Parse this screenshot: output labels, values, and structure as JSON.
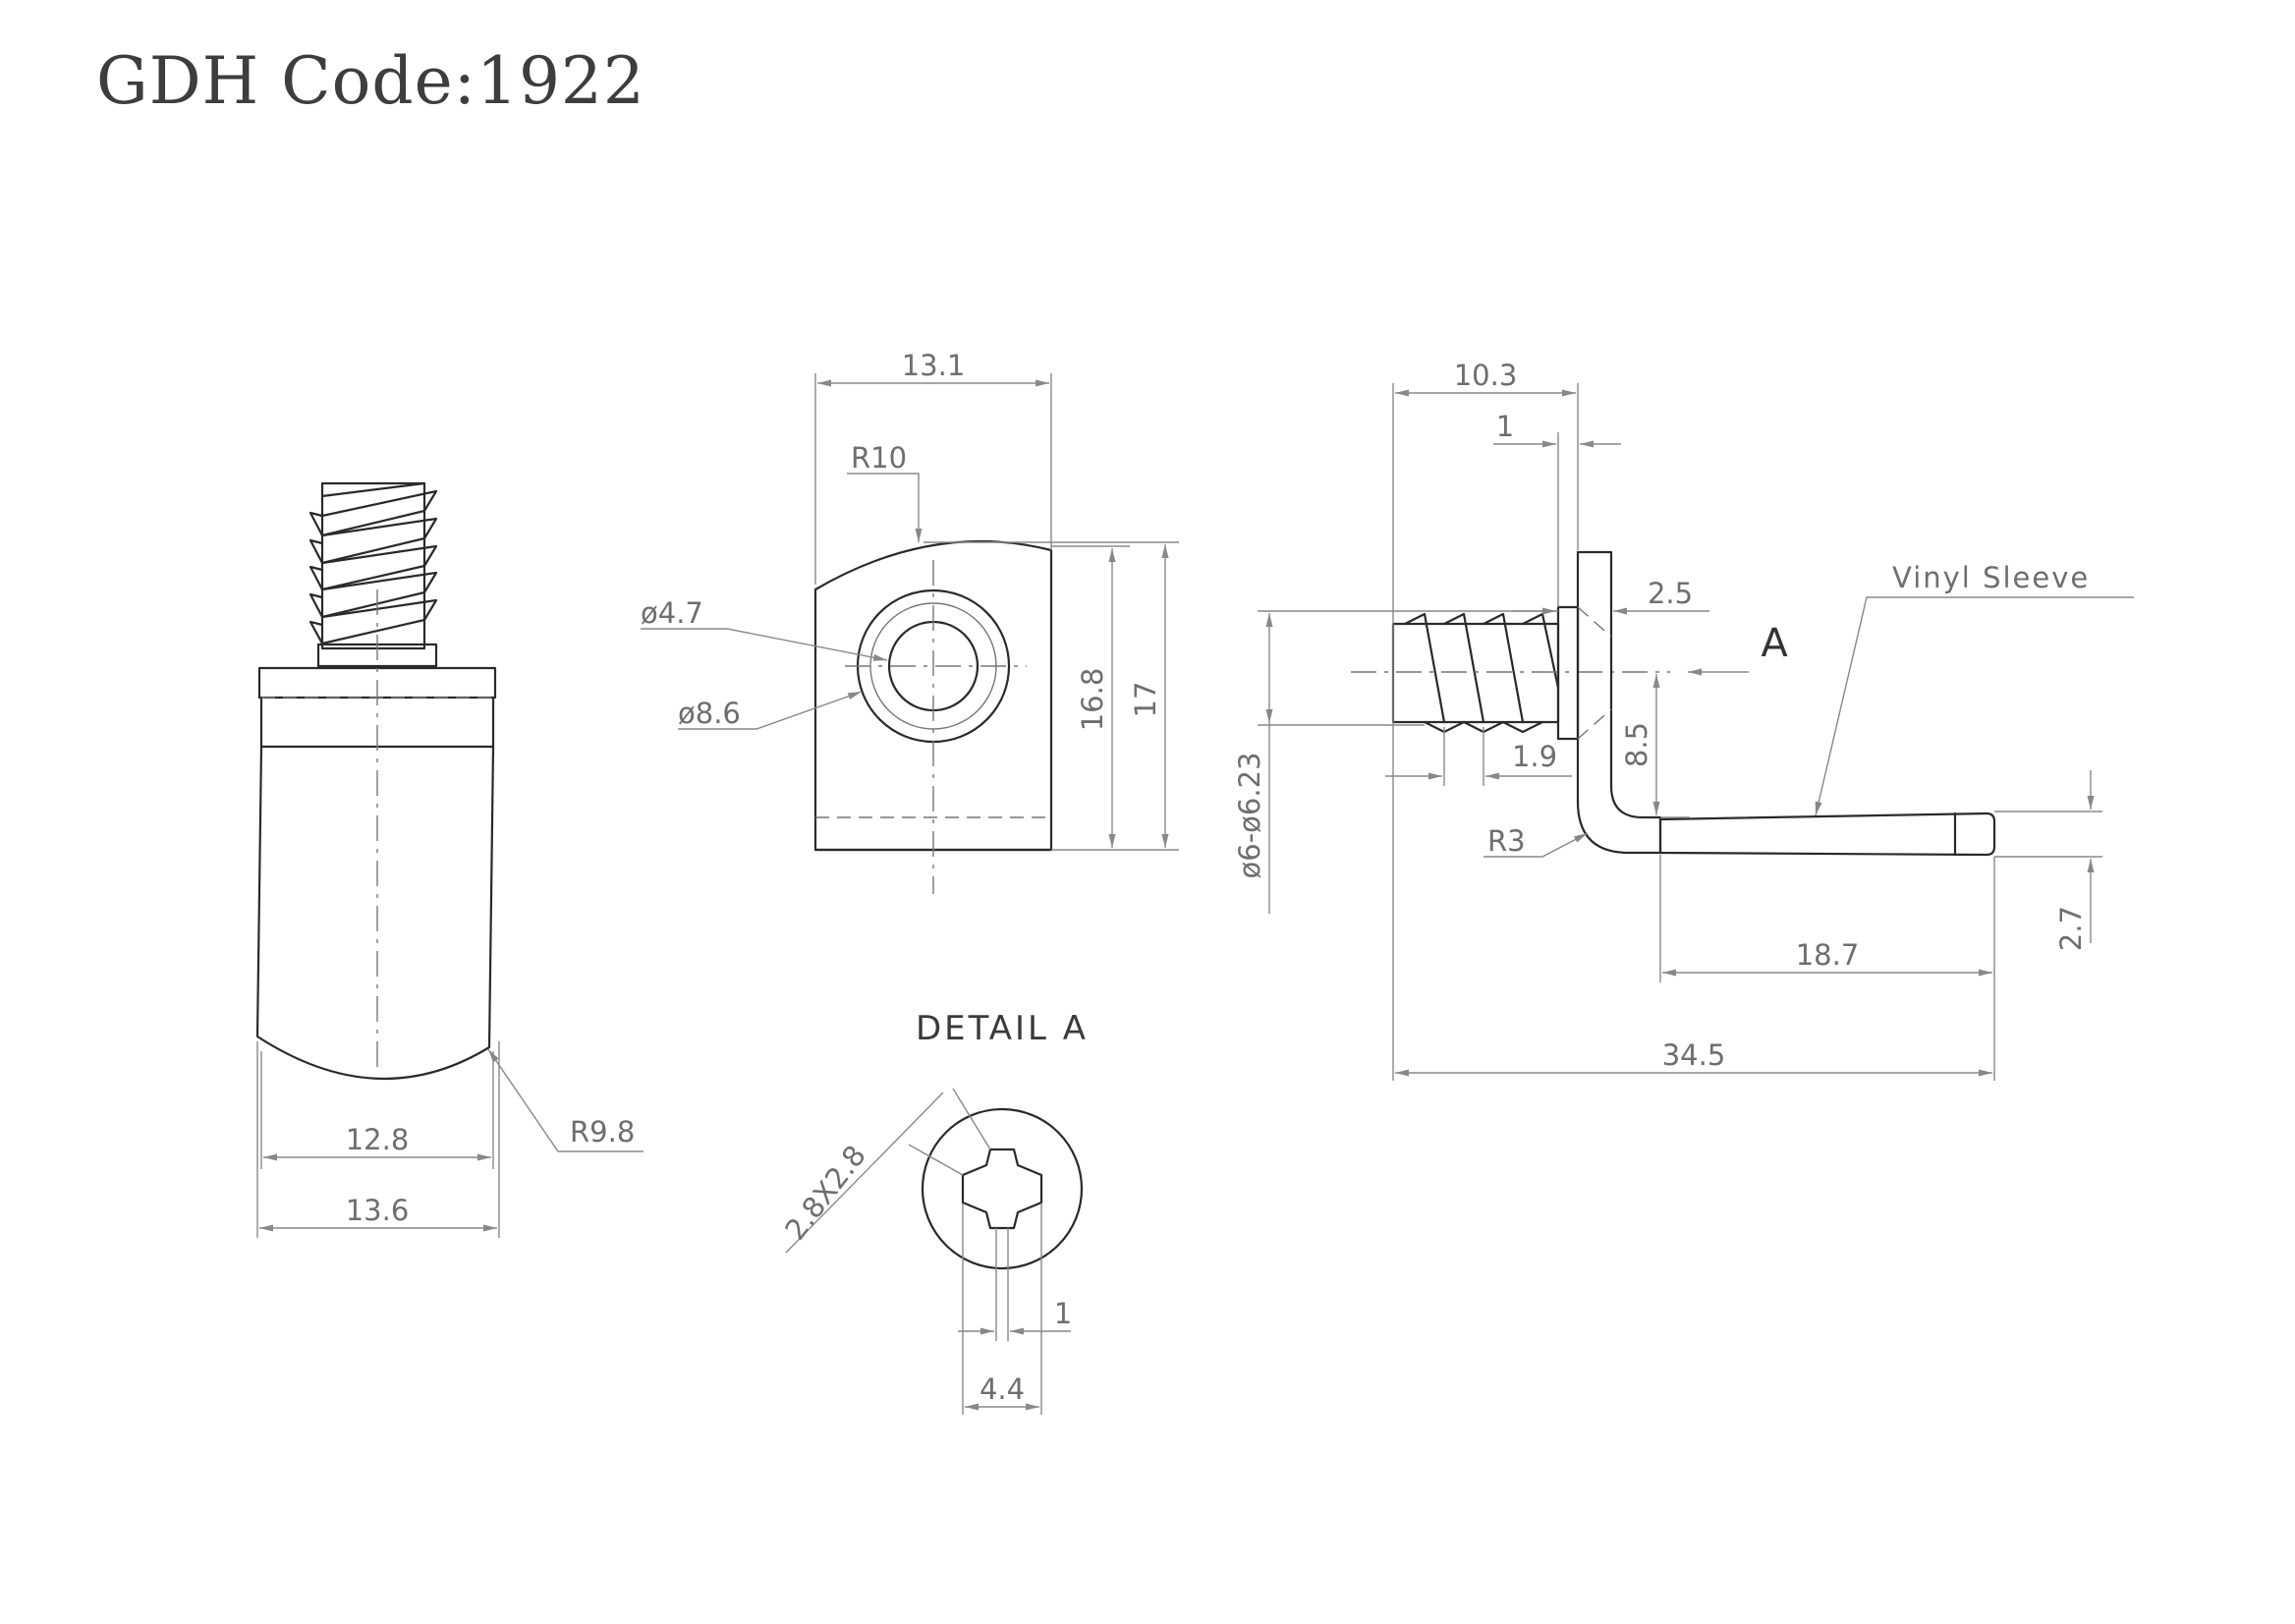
{
  "title": "GDH Code:1922",
  "front_view": {
    "dim_inner_width": "12.8",
    "dim_outer_width": "13.6",
    "dim_radius": "R9.8"
  },
  "side_view": {
    "dim_width": "13.1",
    "dim_radius": "R10",
    "dim_hole": "ø4.7",
    "dim_boss": "ø8.6",
    "dim_height_inner": "16.8",
    "dim_height_outer": "17"
  },
  "detail_a": {
    "label": "DETAIL A",
    "dim_slot": "2.8X2.8",
    "dim_slot_width": "1",
    "dim_head": "4.4"
  },
  "profile_view": {
    "dim_top": "10.3",
    "dim_plate": "1",
    "dim_gap": "2.5",
    "view_marker": "A",
    "dim_thread_pitch": "1.9",
    "dim_offset": "8.5",
    "dim_thread_dia": "ø6-ø6.23",
    "dim_bend_radius": "R3",
    "dim_sleeve_thickness": "2.7",
    "dim_sleeve_length": "18.7",
    "dim_overall": "34.5",
    "sleeve_label": "Vinyl Sleeve"
  }
}
